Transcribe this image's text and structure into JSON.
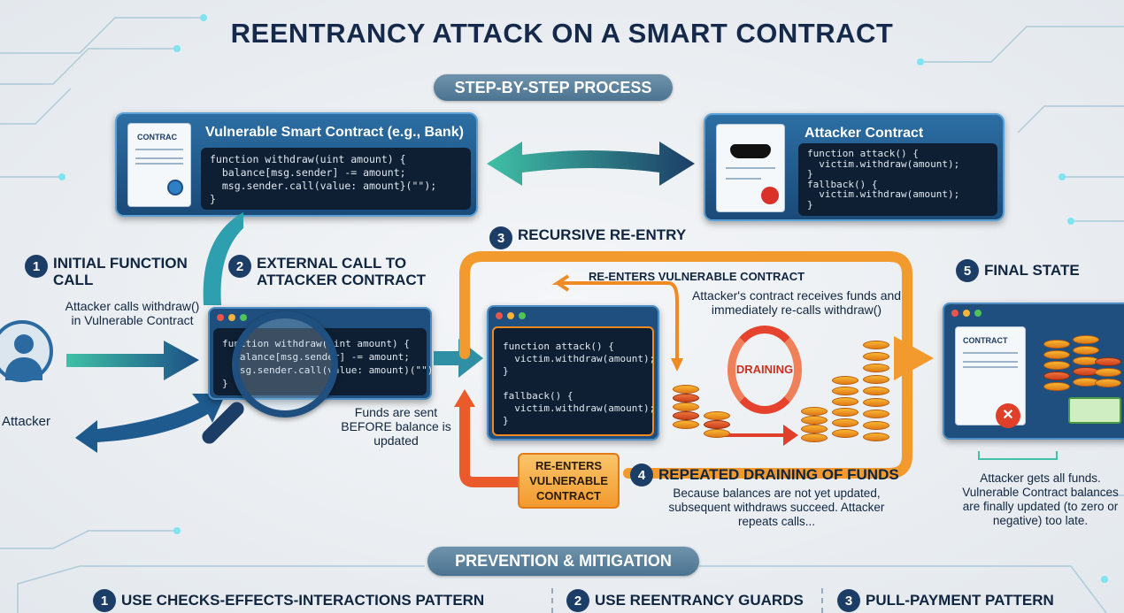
{
  "title": "REENTRANCY ATTACK ON A SMART CONTRACT",
  "process_label": "STEP-BY-STEP PROCESS",
  "vulnerable_contract": {
    "doc_label": "CONTRAC",
    "title": "Vulnerable Smart Contract (e.g., Bank)",
    "code": [
      "function withdraw(uint amount) {",
      "  balance[msg.sender] -= amount;",
      "  msg.sender.call(value: amount}(\"\");",
      "}"
    ]
  },
  "attacker_contract": {
    "title": "Attacker Contract",
    "code": [
      "function attack() {",
      "  victim.withdraw(amount);",
      "}",
      "fallback() {",
      "  victim.withdraw(amount);",
      "}"
    ]
  },
  "steps": [
    {
      "num": "1",
      "label": "INITIAL FUNCTION CALL",
      "desc": "Attacker calls withdraw() in Vulnerable Contract",
      "actor": "Attacker"
    },
    {
      "num": "2",
      "label": "EXTERNAL CALL TO ATTACKER CONTRACT",
      "code": [
        "function withdraw(uint amount) {",
        "  balance[msg.sender] -= amount;",
        "  msg.sender.call(value: amount)(\"\");",
        "}"
      ],
      "desc": "Funds are sent BEFORE balance is updated"
    },
    {
      "num": "3",
      "label": "RECURSIVE RE-ENTRY",
      "loop_label": "RE-ENTERS VULNERABLE CONTRACT",
      "desc": "Attacker's contract receives funds and immediately re-calls withdraw()",
      "code": [
        "function attack() {",
        "  victim.withdraw(amount);",
        "}",
        "",
        "fallback() {",
        "  victim.withdraw(amount);",
        "}"
      ],
      "draining": "DRAINING",
      "reenter_box": "RE-ENTERS VULNERABLE CONTRACT"
    },
    {
      "num": "4",
      "label": "REPEATED DRAINING OF FUNDS",
      "desc": "Because balances are not yet updated, subsequent withdraws succeed. Attacker repeats calls..."
    },
    {
      "num": "5",
      "label": "FINAL STATE",
      "doc_label": "CONTRACT",
      "desc": "Attacker gets all funds. Vulnerable Contract balances are finally updated (to zero or negative) too late."
    }
  ],
  "prevention": {
    "label": "PREVENTION & MITIGATION",
    "items": [
      {
        "num": "1",
        "label": "USE CHECKS-EFFECTS-INTERACTIONS PATTERN"
      },
      {
        "num": "2",
        "label": "USE REENTRANCY GUARDS"
      },
      {
        "num": "3",
        "label": "PULL-PAYMENT PATTERN"
      }
    ]
  },
  "colors": {
    "navy": "#10253f",
    "blue": "#1a4a78",
    "teal": "#3fc1a5",
    "orange": "#f08a24",
    "red": "#e0402a"
  }
}
